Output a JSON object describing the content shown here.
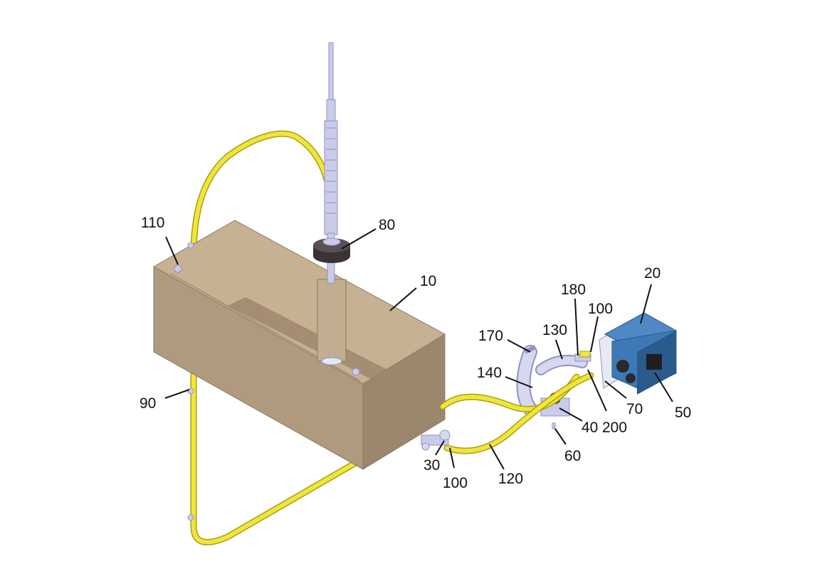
{
  "diagram": {
    "type": "exploded-parts-diagram",
    "callouts": [
      {
        "id": "c10",
        "label": "10",
        "part": "tank"
      },
      {
        "id": "c20",
        "label": "20",
        "part": "control-box-cover"
      },
      {
        "id": "c30",
        "label": "30",
        "part": "valve-fitting"
      },
      {
        "id": "c40",
        "label": "40",
        "part": "pump-bracket"
      },
      {
        "id": "c50",
        "label": "50",
        "part": "control-box"
      },
      {
        "id": "c60",
        "label": "60",
        "part": "screw"
      },
      {
        "id": "c70",
        "label": "70",
        "part": "gasket"
      },
      {
        "id": "c80",
        "label": "80",
        "part": "filler-cap"
      },
      {
        "id": "c90",
        "label": "90",
        "part": "hose-fitting"
      },
      {
        "id": "c100a",
        "label": "100",
        "part": "hose-clamp-upper"
      },
      {
        "id": "c100b",
        "label": "100",
        "part": "hose-clamp-lower"
      },
      {
        "id": "c110",
        "label": "110",
        "part": "hose-fitting-top"
      },
      {
        "id": "c120",
        "label": "120",
        "part": "hose"
      },
      {
        "id": "c130",
        "label": "130",
        "part": "pipe-elbow"
      },
      {
        "id": "c140",
        "label": "140",
        "part": "pump-housing"
      },
      {
        "id": "c170",
        "label": "170",
        "part": "pipe-inlet"
      },
      {
        "id": "c180",
        "label": "180",
        "part": "connector"
      },
      {
        "id": "c200",
        "label": "200",
        "part": "cable"
      }
    ],
    "colors": {
      "tank_face": "#b09a7e",
      "tank_top": "#c6b193",
      "tank_inner": "#a48d72",
      "tank_side": "#9b876e",
      "hose": "#f0e63a",
      "hose_edge": "#a99e14",
      "metal": "#c9cbe8",
      "metal_dark": "#8f92bf",
      "box_blue": "#3d79b8",
      "box_blue_dark": "#2b5a8c",
      "cap": "#3b3336",
      "ink": "#111111"
    }
  }
}
